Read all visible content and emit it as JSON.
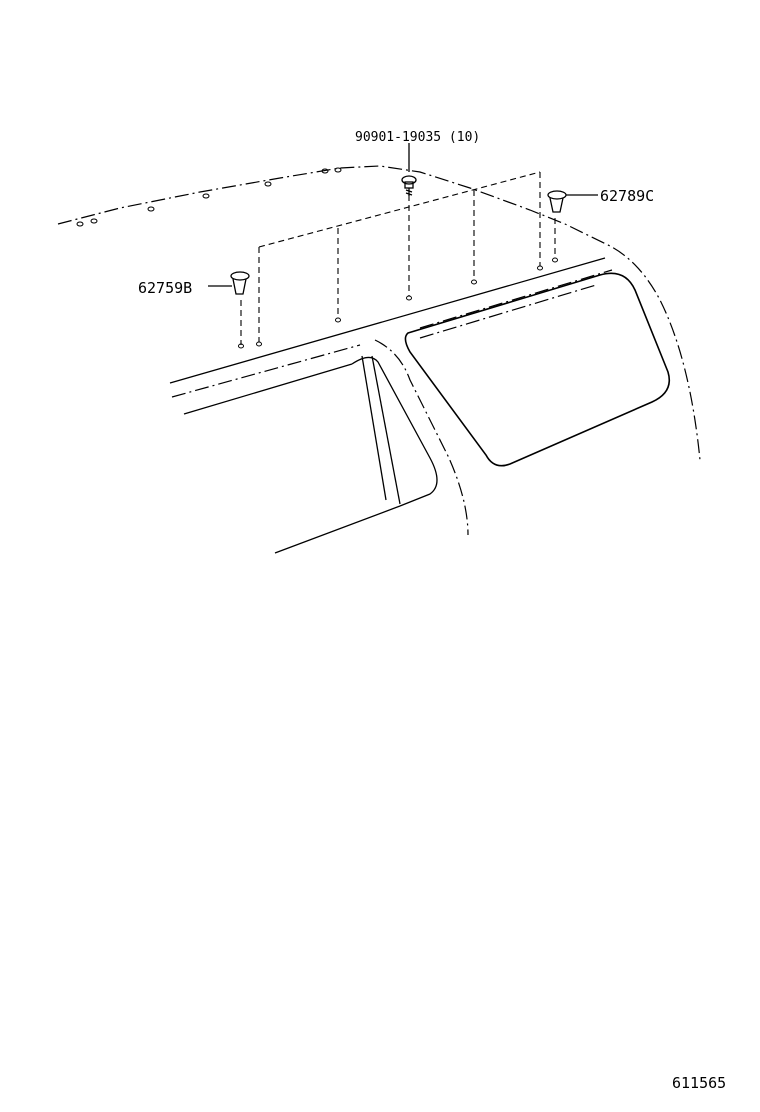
{
  "callouts": {
    "bolt": "90901-19035 (10)",
    "clip_right": "62789C",
    "clip_left": "62759B"
  },
  "figure_number": "611565"
}
